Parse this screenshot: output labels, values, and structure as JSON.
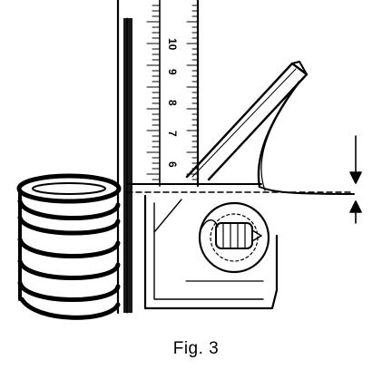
{
  "caption": "Fig. 3",
  "ruler": {
    "tick_labels": [
      "10",
      "9",
      "8",
      "7",
      "6"
    ]
  },
  "colors": {
    "ink": "#000000",
    "paper": "#ffffff"
  }
}
